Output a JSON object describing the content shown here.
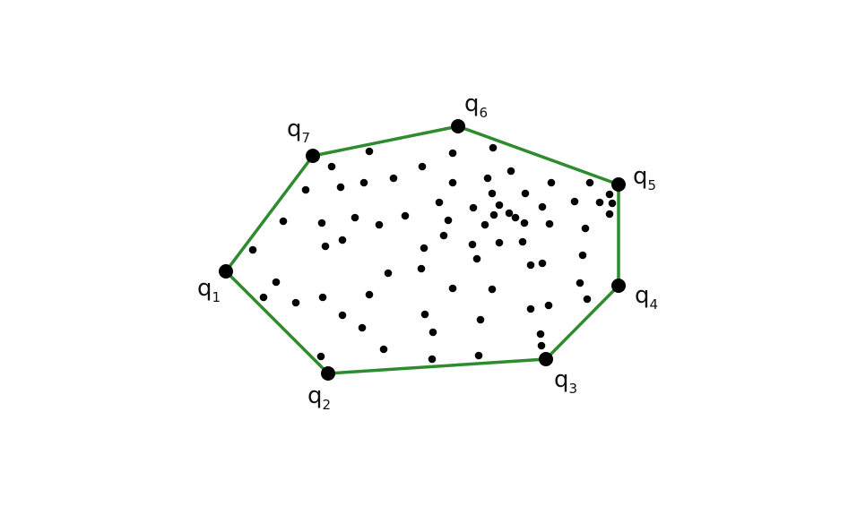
{
  "colors": {
    "hull_stroke": "#2e8b2e",
    "point_fill": "#000000",
    "background": "#ffffff"
  },
  "hull_vertices": [
    {
      "name": "q",
      "sub": "1"
    },
    {
      "name": "q",
      "sub": "2"
    },
    {
      "name": "q",
      "sub": "3"
    },
    {
      "name": "q",
      "sub": "4"
    },
    {
      "name": "q",
      "sub": "5"
    },
    {
      "name": "q",
      "sub": "6"
    },
    {
      "name": "q",
      "sub": "7"
    }
  ]
}
